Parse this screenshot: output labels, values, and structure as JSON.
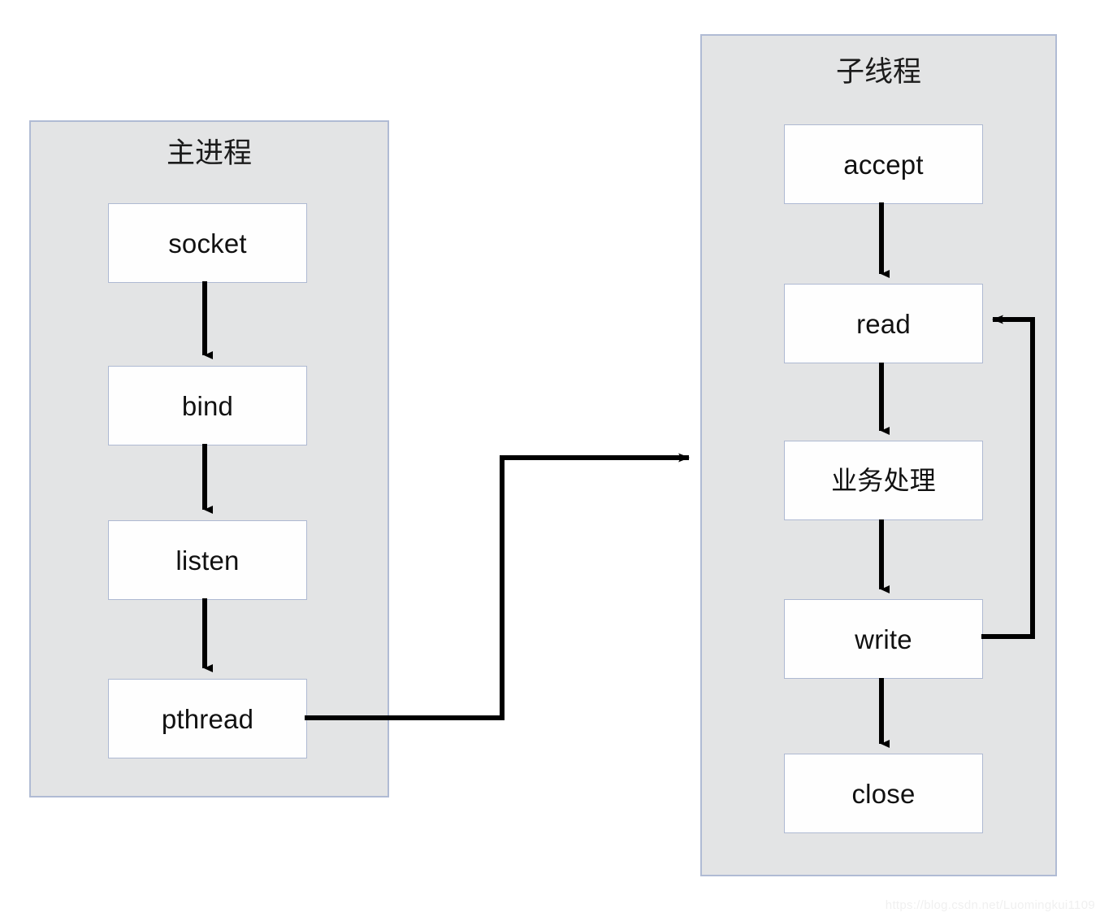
{
  "diagram": {
    "title_main": "主进程",
    "title_child": "子线程",
    "panels": [
      {
        "id": "main-process",
        "label": "主进程",
        "nodes": [
          "socket",
          "bind",
          "listen",
          "pthread"
        ]
      },
      {
        "id": "child-thread",
        "label": "子线程",
        "nodes": [
          "accept",
          "read",
          "业务处理",
          "write",
          "close"
        ]
      }
    ],
    "nodes": {
      "socket": "socket",
      "bind": "bind",
      "listen": "listen",
      "pthread": "pthread",
      "accept": "accept",
      "read": "read",
      "biz": "业务处理",
      "write": "write",
      "close": "close"
    },
    "edges": [
      {
        "from": "socket",
        "to": "bind",
        "type": "arrow-down"
      },
      {
        "from": "bind",
        "to": "listen",
        "type": "arrow-down"
      },
      {
        "from": "listen",
        "to": "pthread",
        "type": "arrow-down"
      },
      {
        "from": "pthread",
        "to": "child-thread",
        "type": "orthogonal-arrow-right"
      },
      {
        "from": "accept",
        "to": "read",
        "type": "arrow-down"
      },
      {
        "from": "read",
        "to": "biz",
        "type": "arrow-down"
      },
      {
        "from": "biz",
        "to": "write",
        "type": "arrow-down"
      },
      {
        "from": "write",
        "to": "close",
        "type": "arrow-down"
      },
      {
        "from": "write",
        "to": "read",
        "type": "loop-back-arrow-left"
      }
    ],
    "colors": {
      "panel_fill": "#e3e4e5",
      "panel_border": "#b0bbd4",
      "node_fill": "#fefefe",
      "node_border": "#aeb9d2",
      "edge": "#000000",
      "text": "#111111",
      "background": "#ffffff"
    },
    "watermark": "https://blog.csdn.net/Luomingkui1109"
  }
}
